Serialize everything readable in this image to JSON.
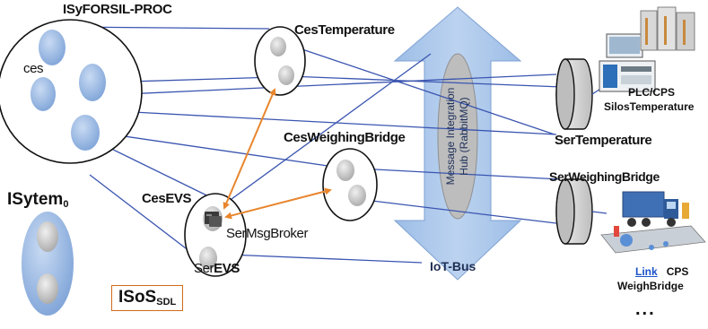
{
  "labels": {
    "isyforsil_proc": "ISyFORSIL-PROC",
    "ces": "ces",
    "ces_temperature": "CesTemperature",
    "ces_weighing_bridge": "CesWeighingBridge",
    "ces_evs": "CesEVS",
    "ser_msg_broker": "SerMsgBroker",
    "ser_evs_prefix": "Ser",
    "ser_evs_suffix": "EVS",
    "isystem_main": "ISytem",
    "isystem_sub": "0",
    "isos_main": "ISoS",
    "isos_sub": "SDL",
    "bus_line1": "Message Integration",
    "bus_line2": "Hub (RabbitMQ)",
    "iot_bus": "IoT-Bus",
    "plc_cps": "PLC/CPS",
    "silos_temperature": "SilosTemperature",
    "ser_temperature": "SerTemperature",
    "ser_weighing_bridge": "SerWeighingBridge",
    "link": "Link",
    "cps": "CPS",
    "weigh_bridge": "WeighBridge",
    "ellipsis": "..."
  },
  "colors": {
    "blue_line": "#3a55b0",
    "orange_arrow": "#e8862e",
    "bus_fill": "#a9c6ea",
    "bus_edge": "#7ea2d3",
    "node_blue": "#8fb2e0",
    "node_gray": "#c6c6c6",
    "isos_border": "#d26a1c"
  },
  "icons": [
    "silos-plc-icon",
    "weighbridge-truck-icon",
    "terminal-icon"
  ]
}
